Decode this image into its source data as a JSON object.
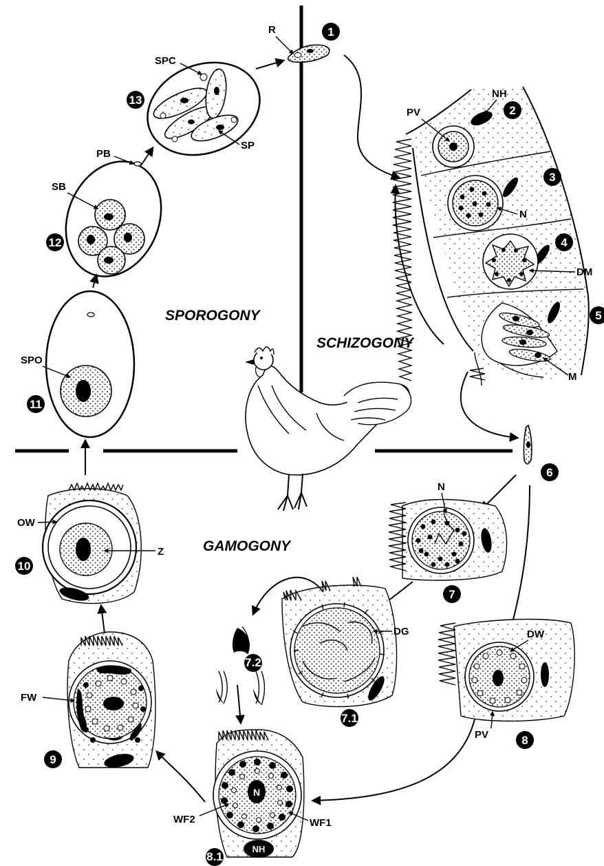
{
  "phases": {
    "sporogony": "SPOROGONY",
    "schizogony": "SCHIZOGONY",
    "gamogony": "GAMOGONY"
  },
  "stages": [
    "1",
    "2",
    "3",
    "4",
    "5",
    "6",
    "7",
    "7.1",
    "7.2",
    "8",
    "8.1",
    "9",
    "10",
    "11",
    "12",
    "13"
  ],
  "labels": {
    "r": "R",
    "spc": "SPC",
    "sp": "SP",
    "pb": "PB",
    "sb": "SB",
    "spo": "SPO",
    "nh": "NH",
    "pv": "PV",
    "n": "N",
    "dm": "DM",
    "m": "M",
    "ow": "OW",
    "z": "Z",
    "dg": "DG",
    "dw": "DW",
    "fw": "FW",
    "wf2": "WF2",
    "wf1": "WF1"
  }
}
